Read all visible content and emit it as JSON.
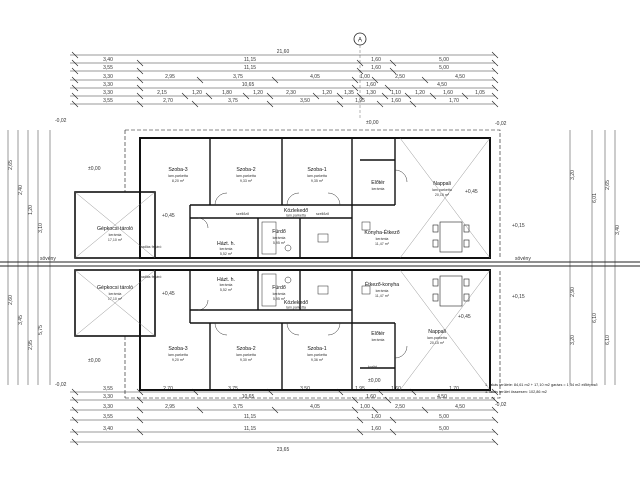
{
  "axis_marker": "A",
  "overall": {
    "top": "21,60",
    "bottom": "23,65"
  },
  "top_dims": {
    "row1": [
      "3,40",
      "11,15",
      "1,60",
      "5,00"
    ],
    "row2": [
      "3,55",
      "11,15",
      "1,60",
      "5,00"
    ],
    "row3": [
      "3,30",
      "2,95",
      "3,75",
      "4,05",
      "1,00",
      "2,50",
      "4,50"
    ],
    "row4": [
      "3,30",
      "10,65",
      "1,60",
      "4,50"
    ],
    "row5": [
      "3,30",
      "2,15",
      "1,20",
      "1,80",
      "1,20",
      "2,30",
      "1,20",
      "1,35",
      "1,30",
      "1,10",
      "1,20",
      "1,60",
      "1,05"
    ],
    "row6": [
      "3,55",
      "2,70",
      "3,75",
      "3,50",
      "1,95",
      "1,60",
      "1,70"
    ]
  },
  "bottom_dims": {
    "row1": [
      "3,55",
      "2,70",
      "3,75",
      "3,50",
      "1,95",
      "1,60",
      "1,70"
    ],
    "row2": [
      "3,30",
      "10,65",
      "1,60",
      "4,50"
    ],
    "row3": [
      "3,30",
      "2,95",
      "3,75",
      "4,05",
      "1,00",
      "2,50",
      "4,50"
    ],
    "row4": [
      "3,55",
      "11,15",
      "1,60",
      "5,00"
    ],
    "row5": [
      "3,40",
      "11,15",
      "1,60",
      "5,00"
    ]
  },
  "levels": {
    "top_right": "-0,02",
    "top_left": "-0,02",
    "upper_mid": "±0,00",
    "bottom_left": "-0,02",
    "bottom_right": "-0,02",
    "lower_mid": "±0,00",
    "terrace_a": "+0,15",
    "terrace_b": "+0,15",
    "living_a": "+0,45",
    "living_b": "+0,45",
    "garage_a": "+0,45",
    "garage_b": "+0,45",
    "gar_zero_a": "±0,00",
    "gar_zero_b": "±0,00"
  },
  "hedge": {
    "left": "sövény",
    "right": "sövény"
  },
  "rooms_upper": [
    {
      "name": "Szoba-3",
      "floor": "lam.parketta",
      "area": "8,20 m²"
    },
    {
      "name": "Szoba-2",
      "floor": "lam.parketta",
      "area": "9,33 m²"
    },
    {
      "name": "Szoba-1",
      "floor": "lam.parketta",
      "area": "9,35 m²"
    },
    {
      "name": "Előtér",
      "floor": "kerámia",
      "area": ""
    },
    {
      "name": "Nappali",
      "floor": "lam.parketta",
      "area": "20,15 m²"
    },
    {
      "name": "Közlekedő",
      "floor": "lam.parketta",
      "area": "5,91 m²"
    },
    {
      "name": "Konyha-Étkező",
      "floor": "kerámia",
      "area": "11,47 m²"
    },
    {
      "name": "Fürdő",
      "floor": "kerámia",
      "area": "5,95 m²"
    },
    {
      "name": "Házt. h.",
      "floor": "kerámia",
      "area": "5,52 m²"
    },
    {
      "name": "Gépkocsi tároló",
      "floor": "kerámia",
      "area": "17,10 m²"
    }
  ],
  "rooms_lower": [
    {
      "name": "Gépkocsi tároló",
      "floor": "kerámia",
      "area": "17,10 m²"
    },
    {
      "name": "Házt. h.",
      "floor": "kerámia",
      "area": "5,52 m²"
    },
    {
      "name": "Fürdő",
      "floor": "kerámia",
      "area": "5,95 m²"
    },
    {
      "name": "Étkező-konyha",
      "floor": "kerámia",
      "area": "11,47 m²"
    },
    {
      "name": "Közlekedő",
      "floor": "lam.parketta",
      "area": "5,91 m²"
    },
    {
      "name": "Nappali",
      "floor": "lam.parketta",
      "area": "20,15 m²"
    },
    {
      "name": "Előtér",
      "floor": "kerámia",
      "area": ""
    },
    {
      "name": "Szoba-3",
      "floor": "lam.parketta",
      "area": "9,20 m²"
    },
    {
      "name": "Szoba-2",
      "floor": "lam.parketta",
      "area": "9,30 m²"
    },
    {
      "name": "Szoba-1",
      "floor": "lam.parketta",
      "area": "9,36 m²"
    }
  ],
  "door_labels": {
    "szell_a": "szellőző",
    "szell_b": "szellőző",
    "padlas_a": "padlás feljáró",
    "padlas_b": "padlás feljáró",
    "korlat": "korlát"
  },
  "notes": [
    "1. lakás területe: 84,61 m2 + 17,10 m2 garázs = 1,34 m2 előlépcső",
    "1. lakás terület összesen: 102,86 m2"
  ],
  "right_dims": [
    "3,20",
    "6,01",
    "2,65",
    "3,40",
    "2,90",
    "3,20",
    "6,10",
    "6,10"
  ],
  "left_dims": [
    "2,65",
    "2,40",
    "1,20",
    "3,10",
    "2,60",
    "3,45",
    "2,95",
    "5,75"
  ]
}
